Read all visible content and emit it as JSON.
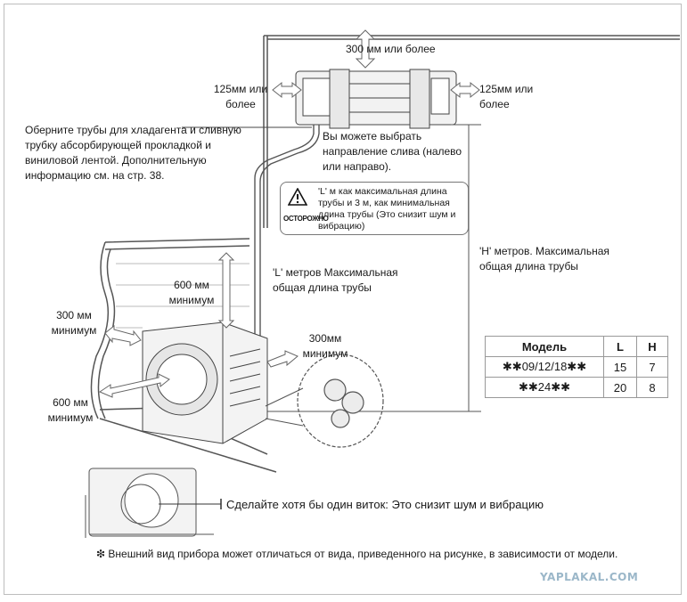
{
  "labels": {
    "top_clearance": "300 мм или более",
    "left_clearance": "125мм или\nболее",
    "right_clearance": "125мм или\nболее",
    "wrap_pipes": "Оберните трубы для хладагента и сливную\nтрубку абсорбирующей прокладкой и\nвиниловой лентой. Дополнительную\nинформацию см. на стр. 38.",
    "drain_direction": "Вы можете выбрать\nнаправление слива (налево\nили направо).",
    "h_length": "'H' метров. Максимальная\nобщая длина трубы",
    "l_length": "'L' метров Максимальная\nобщая длина трубы",
    "top_outdoor_clearance": "600 мм\nминимум",
    "left_outdoor_clearance": "300 мм\nминимум",
    "right_outdoor_clearance": "300мм\nминимум",
    "front_outdoor_clearance": "600 мм\nминимум",
    "loop_note": "Сделайте хотя бы один виток: Это снизит шум и вибрацию",
    "footnote": "❇ Внешний вид прибора может отличаться от вида, приведенного на рисунке, в зависимости от модели."
  },
  "caution": {
    "word": "ОСТОРОЖНО",
    "text": "'L' м как максимальная длина\nтрубы и 3 м, как минимальная\nдлина трубы (Это снизит шум и\nвибрацию)"
  },
  "table": {
    "headers": [
      "Модель",
      "L",
      "H"
    ],
    "rows": [
      [
        "✱✱09/12/18✱✱",
        "15",
        "7"
      ],
      [
        "✱✱24✱✱",
        "20",
        "8"
      ]
    ]
  },
  "watermark": "YAPLAKAL.COM"
}
